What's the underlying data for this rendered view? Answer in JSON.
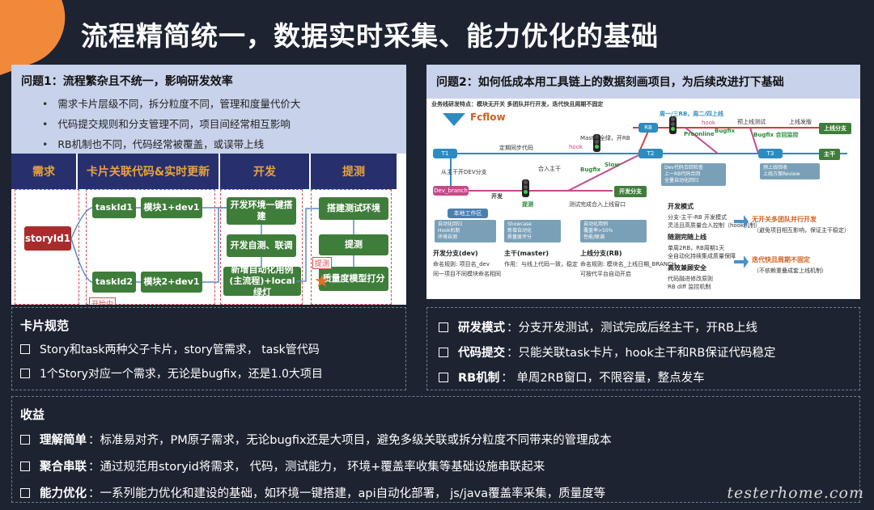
{
  "slide": {
    "title": "流程精简统一，数据实时采集、能力优化的基础",
    "watermark": "testerhome.com"
  },
  "problem1": {
    "title": "问题1：流程繁杂且不统一，影响研发效率",
    "bullets": [
      "需求卡片层级不同，拆分粒度不同，管理和度量代价大",
      "代码提交规则和分支管理不同，项目间经常相互影响",
      "RB机制也不同，代码经常被覆盖，或误带上线"
    ],
    "flow": {
      "headers": [
        "需求",
        "卡片关联代码&实时更新",
        "开发",
        "提测"
      ],
      "story": "storyId1",
      "tasks": [
        "taskId1",
        "taskId2"
      ],
      "modules": [
        "模块1+dev1",
        "模块2+dev1"
      ],
      "dev_steps": [
        "开发环境一键搭建",
        "开发自测、联调",
        "新增自动化用例(主流程)+local绿灯"
      ],
      "test_steps": [
        "搭建测试环境",
        "提测",
        "质量度模型打分"
      ],
      "tags": [
        "提测",
        "开始中"
      ]
    }
  },
  "problem2": {
    "title": "问题2：如何低成本用工具链上的数据刻画项目，为后续改进打下基础",
    "diagram": {
      "top": "业务线研发特点：模块无开关 多团队并行开发，迭代快且周期不固定",
      "fcflow": "Fcflow",
      "labels": {
        "t1": "T1",
        "t2": "T2",
        "t3": "T3",
        "rb": "RB",
        "dev_branch": "Dev_branch",
        "main": "主干",
        "online": "上线分支",
        "dev_branch_cn": "开发分支",
        "local": "本地工作区",
        "hook": "hook",
        "master_rb": "Master全绿，开RB",
        "slow": "Slow",
        "bugfix": "Bugfix",
        "preonline": "Preonline",
        "bugfix_merge": "Bugfix 合回监控",
        "pre_test": "预上线测试",
        "online_release": "上线发版",
        "rb_cycle": "周一/三RB，周二/四上线",
        "sync": "定期同步代码",
        "merge": "合入主干",
        "tested": "测试完成合入上线窗口",
        "pull": "从主干开DEV分支",
        "dev": "开发",
        "tc": "提测"
      },
      "branches": [
        {
          "name": "开发分支(dev)",
          "lines": [
            "命名规则: 项目名_dev",
            "同一项目不同模块命名相同"
          ]
        },
        {
          "name": "主干(master)",
          "lines": [
            "作用：与线上代码一致，稳定",
            ""
          ]
        },
        {
          "name": "上线分支(RB)",
          "lines": [
            "命名规则: 模块名_上线日期_BRANCH",
            "可按代平台自动开启"
          ]
        }
      ],
      "features": {
        "mode_title": "开发模式",
        "mode_lines": [
          "分支-主干-RB 开发模式",
          "灵活且高质量合入控制（hook机制）"
        ],
        "hf_title": "随测完随上线",
        "hf_lines": [
          "单周2RB，RB周期1天",
          "全自动化持续集成质量保障"
        ],
        "eff_title": "高效兼顾安全",
        "eff_lines": [
          "代码融进修改原则",
          "RB diff 监控机制"
        ],
        "res1": "无开关多团队并行开发",
        "res1_sub": "（避免项目相互影响，保证主干稳定）",
        "res2": "迭代快且周期不固定",
        "res2_sub": "（不依赖重叠成套上线机制）"
      }
    }
  },
  "card_rules": {
    "title": "卡片规范",
    "items": [
      "Story和task两种父子卡片，story管需求， task管代码",
      "1个Story对应一个需求，无论是bugfix，还是1.0大项目"
    ]
  },
  "dev_rules": {
    "items": [
      {
        "label": "研发模式",
        "text": "：分支开发测试，测试完成后经主干，开RB上线"
      },
      {
        "label": "代码提交",
        "text": "：只能关联task卡片，hook主干和RB保证代码稳定"
      },
      {
        "label": "RB机制",
        "text": " ： 单周2RB窗口，不限容量，整点发车"
      }
    ]
  },
  "benefits": {
    "title": "收益",
    "items": [
      {
        "label": "理解简单",
        "text": "：标准易对齐，PM原子需求，无论bugfix还是大项目，避免多级关联或拆分粒度不同带来的管理成本"
      },
      {
        "label": "聚合串联",
        "text": "：通过规范用storyid将需求， 代码，测试能力， 环境+覆盖率收集等基础设施串联起来"
      },
      {
        "label": "能力优化",
        "text": "：一系列能力优化和建设的基础，如环境一键搭建，api自动化部署， js/java覆盖率采集，质量度等"
      }
    ]
  },
  "colors": {
    "background": "#1d2331",
    "accent": "#f08a3a",
    "panel_header": "#c8d2ea",
    "flow_header": "#27306d",
    "green": "#3f7d3a",
    "red": "#a92c2c"
  }
}
